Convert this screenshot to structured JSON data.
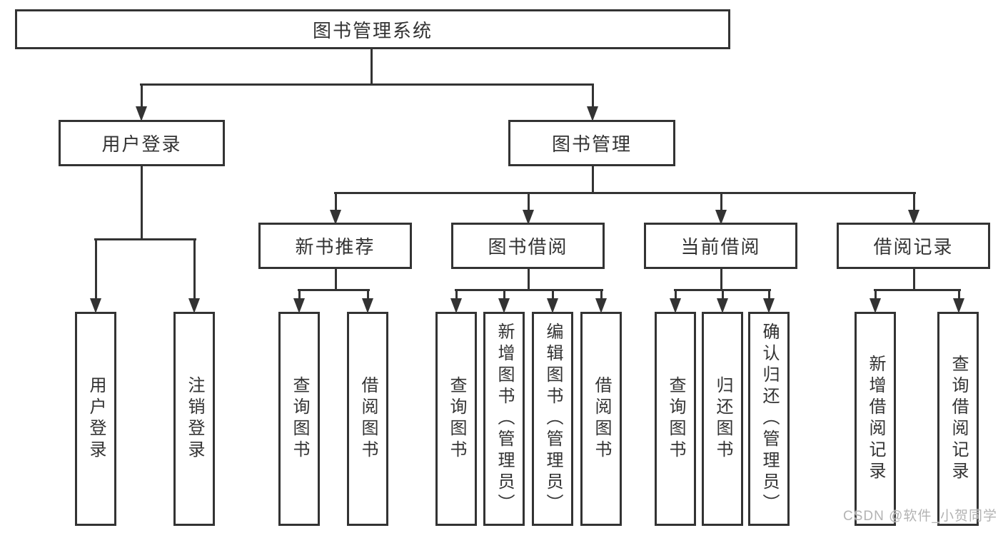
{
  "diagram_title": "图书管理系统",
  "colors": {
    "line": "#333333",
    "box_border": "#333333",
    "text": "#333333",
    "watermark": "#b3b3b3",
    "background": "#ffffff"
  },
  "watermark": {
    "text": "CSDN @软件_小贺同学"
  },
  "tree": {
    "root": {
      "label": "图书管理系统",
      "children": [
        {
          "label": "用户登录",
          "children": [
            {
              "label": "用户登录"
            },
            {
              "label": "注销登录"
            }
          ]
        },
        {
          "label": "图书管理",
          "children": [
            {
              "label": "新书推荐",
              "children": [
                {
                  "label": "查询图书"
                },
                {
                  "label": "借阅图书"
                }
              ]
            },
            {
              "label": "图书借阅",
              "children": [
                {
                  "label": "查询图书"
                },
                {
                  "label": "新增图书（管理员）"
                },
                {
                  "label": "编辑图书（管理员）"
                },
                {
                  "label": "借阅图书"
                }
              ]
            },
            {
              "label": "当前借阅",
              "children": [
                {
                  "label": "查询图书"
                },
                {
                  "label": "归还图书"
                },
                {
                  "label": "确认归还（管理员）"
                }
              ]
            },
            {
              "label": "借阅记录",
              "children": [
                {
                  "label": "新增借阅记录"
                },
                {
                  "label": "查询借阅记录"
                }
              ]
            }
          ]
        }
      ]
    }
  }
}
